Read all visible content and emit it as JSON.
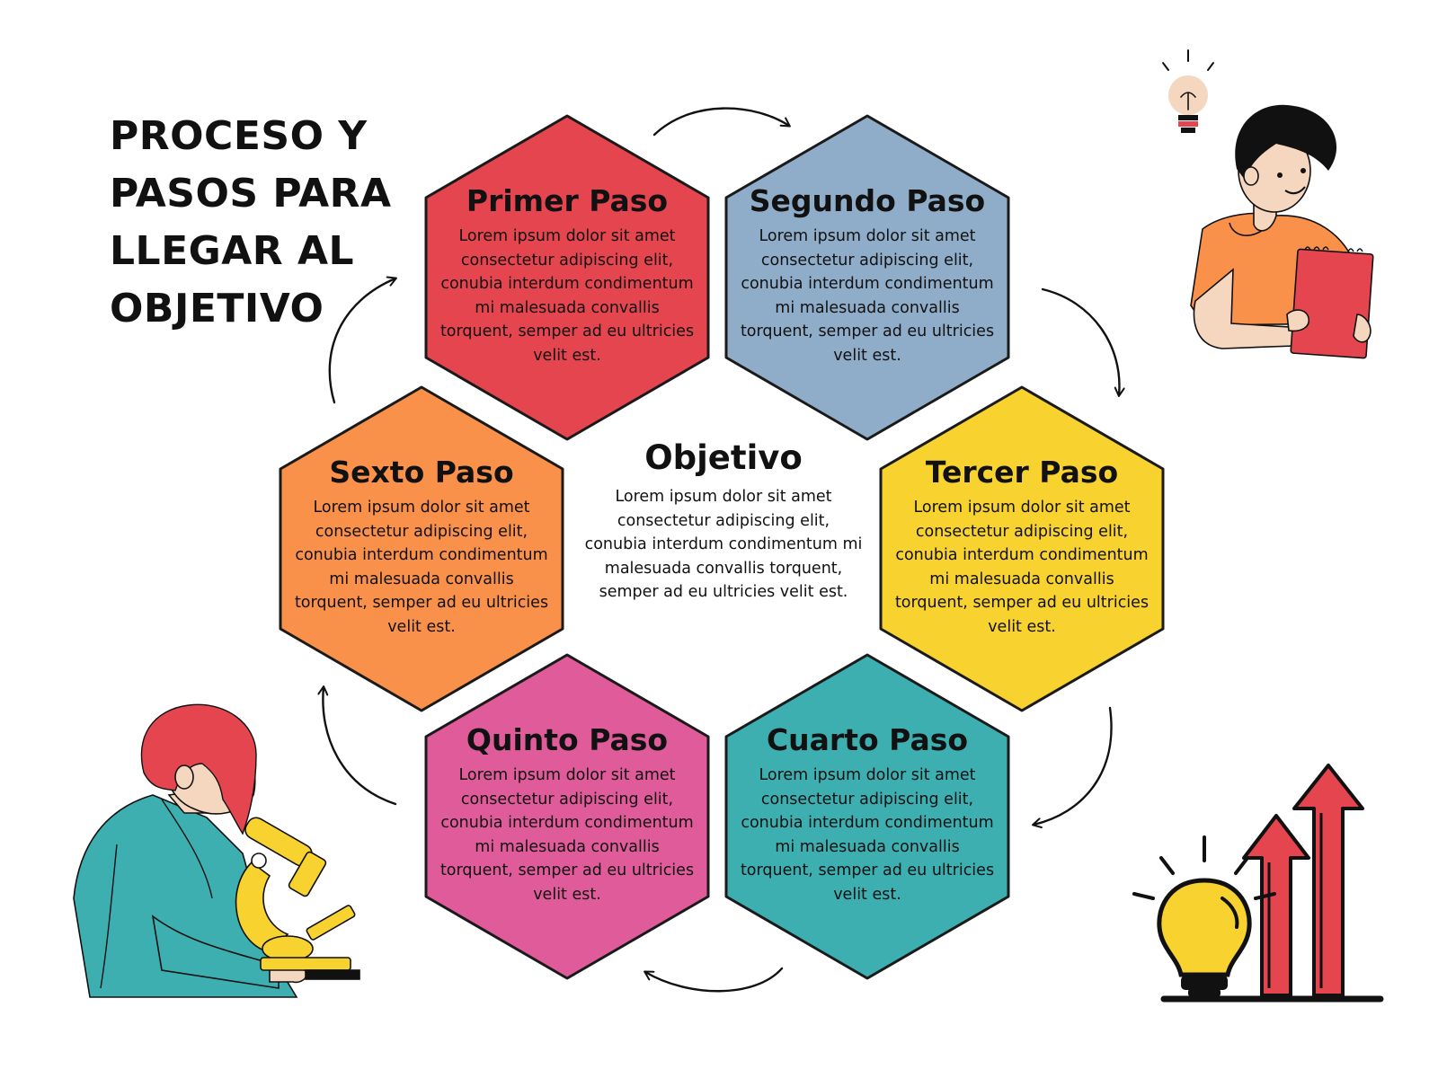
{
  "title_lines": [
    "PROCESO Y",
    "PASOS PARA",
    "LLEGAR AL",
    "OBJETIVO"
  ],
  "center": {
    "title": "Objetivo",
    "body": "Lorem ipsum dolor sit amet consectetur adipiscing elit, conubia interdum condimentum mi malesuada convallis torquent, semper ad eu ultricies velit est."
  },
  "steps": [
    {
      "title": "Primer Paso",
      "body": "Lorem ipsum dolor sit amet consectetur adipiscing elit, conubia interdum condimentum mi malesuada convallis torquent, semper ad eu ultricies velit est.",
      "color": "#E5454F"
    },
    {
      "title": "Segundo Paso",
      "body": "Lorem ipsum dolor sit amet consectetur adipiscing elit, conubia interdum condimentum mi malesuada convallis torquent, semper ad eu ultricies velit est.",
      "color": "#8FADC8"
    },
    {
      "title": "Tercer Paso",
      "body": "Lorem ipsum dolor sit amet consectetur adipiscing elit, conubia interdum condimentum mi malesuada convallis torquent, semper ad eu ultricies velit est.",
      "color": "#F8D22E"
    },
    {
      "title": "Cuarto Paso",
      "body": "Lorem ipsum dolor sit amet consectetur adipiscing elit, conubia interdum condimentum mi malesuada convallis torquent, semper ad eu ultricies velit est.",
      "color": "#3DAFB0"
    },
    {
      "title": "Quinto Paso",
      "body": "Lorem ipsum dolor sit amet consectetur adipiscing elit, conubia interdum condimentum mi malesuada convallis torquent, semper ad eu ultricies velit est.",
      "color": "#E05B99"
    },
    {
      "title": "Sexto Paso",
      "body": "Lorem ipsum dolor sit amet consectetur adipiscing elit, conubia interdum condimentum mi malesuada convallis torquent, semper ad eu ultricies velit est.",
      "color": "#FA914B"
    }
  ],
  "colors": {
    "outline": "#1a1a1a",
    "arrow": "#111111",
    "skin": "#F5D6BE",
    "hair_dark": "#111111",
    "hair_red": "#E5454F",
    "shirt_orange": "#FA914B",
    "coat_teal": "#3DAFB0",
    "microscope_yellow": "#F8D22E",
    "bar_red": "#E5454F",
    "bulb_yellow": "#F8D22E"
  },
  "illustrations": [
    "boy-with-notepad-illustration",
    "lightbulb-icon",
    "scientist-with-microscope-illustration",
    "growth-arrows-with-lightbulb-icon"
  ]
}
